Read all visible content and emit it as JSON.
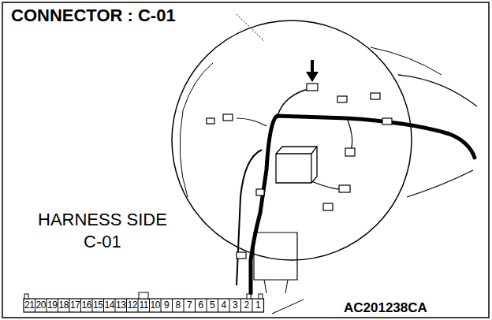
{
  "diagram": {
    "title": "CONNECTOR : C-01",
    "labels": [
      "HARNESS SIDE",
      "C-01",
      "21",
      "20",
      "19",
      "18",
      "17",
      "16",
      "15",
      "14",
      "13",
      "12",
      "11",
      "10",
      "9",
      "8",
      "7",
      "6",
      "5",
      "4",
      "3",
      "2",
      "1",
      "AC201238CA"
    ]
  }
}
